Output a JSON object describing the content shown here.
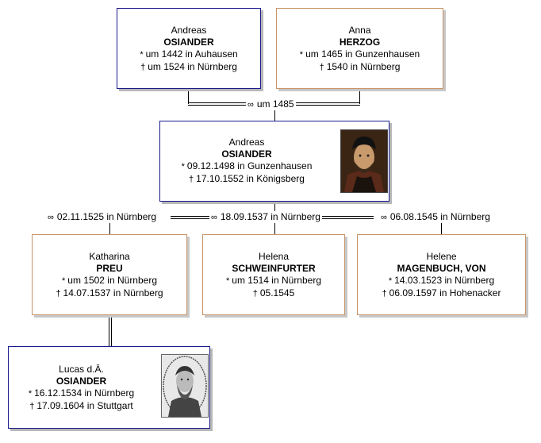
{
  "persons": {
    "p_father": {
      "given": "Andreas",
      "surname": "OSIANDER",
      "birth": "um 1442 in Auhausen",
      "death": "um 1524 in Nürnberg"
    },
    "p_mother": {
      "given": "Anna",
      "surname": "HERZOG",
      "birth": "um 1465 in Gunzenhausen",
      "death": "1540 in Nürnberg"
    },
    "p_main": {
      "given": "Andreas",
      "surname": "OSIANDER",
      "birth": "09.12.1498 in Gunzenhausen",
      "death": "17.10.1552 in Königsberg"
    },
    "p_wife1": {
      "given": "Katharina",
      "surname": "PREU",
      "birth": "um 1502 in Nürnberg",
      "death": "14.07.1537 in Nürnberg"
    },
    "p_wife2": {
      "given": "Helena",
      "surname": "SCHWEINFURTER",
      "birth": "um 1514 in Nürnberg",
      "death": "05.1545"
    },
    "p_wife3": {
      "given": "Helene",
      "surname": "MAGENBUCH, VON",
      "birth": "14.03.1523 in Nürnberg",
      "death": "06.09.1597 in Hohenacker"
    },
    "p_son": {
      "given": "Lucas d.Ä.",
      "surname": "OSIANDER",
      "birth": "16.12.1534 in Nürnberg",
      "death": "17.09.1604 in Stuttgart"
    }
  },
  "symbols": {
    "birth": "*",
    "death": "†",
    "marriage": "∞"
  },
  "marriages": {
    "parents": "um 1485",
    "m1": "02.11.1525 in Nürnberg",
    "m2": "18.09.1537 in Nürnberg",
    "m3": "06.08.1545 in Nürnberg"
  },
  "colors": {
    "male_border": "#1a1a8c",
    "female_border": "#c8956a",
    "shadow": "#b8b8b8"
  }
}
